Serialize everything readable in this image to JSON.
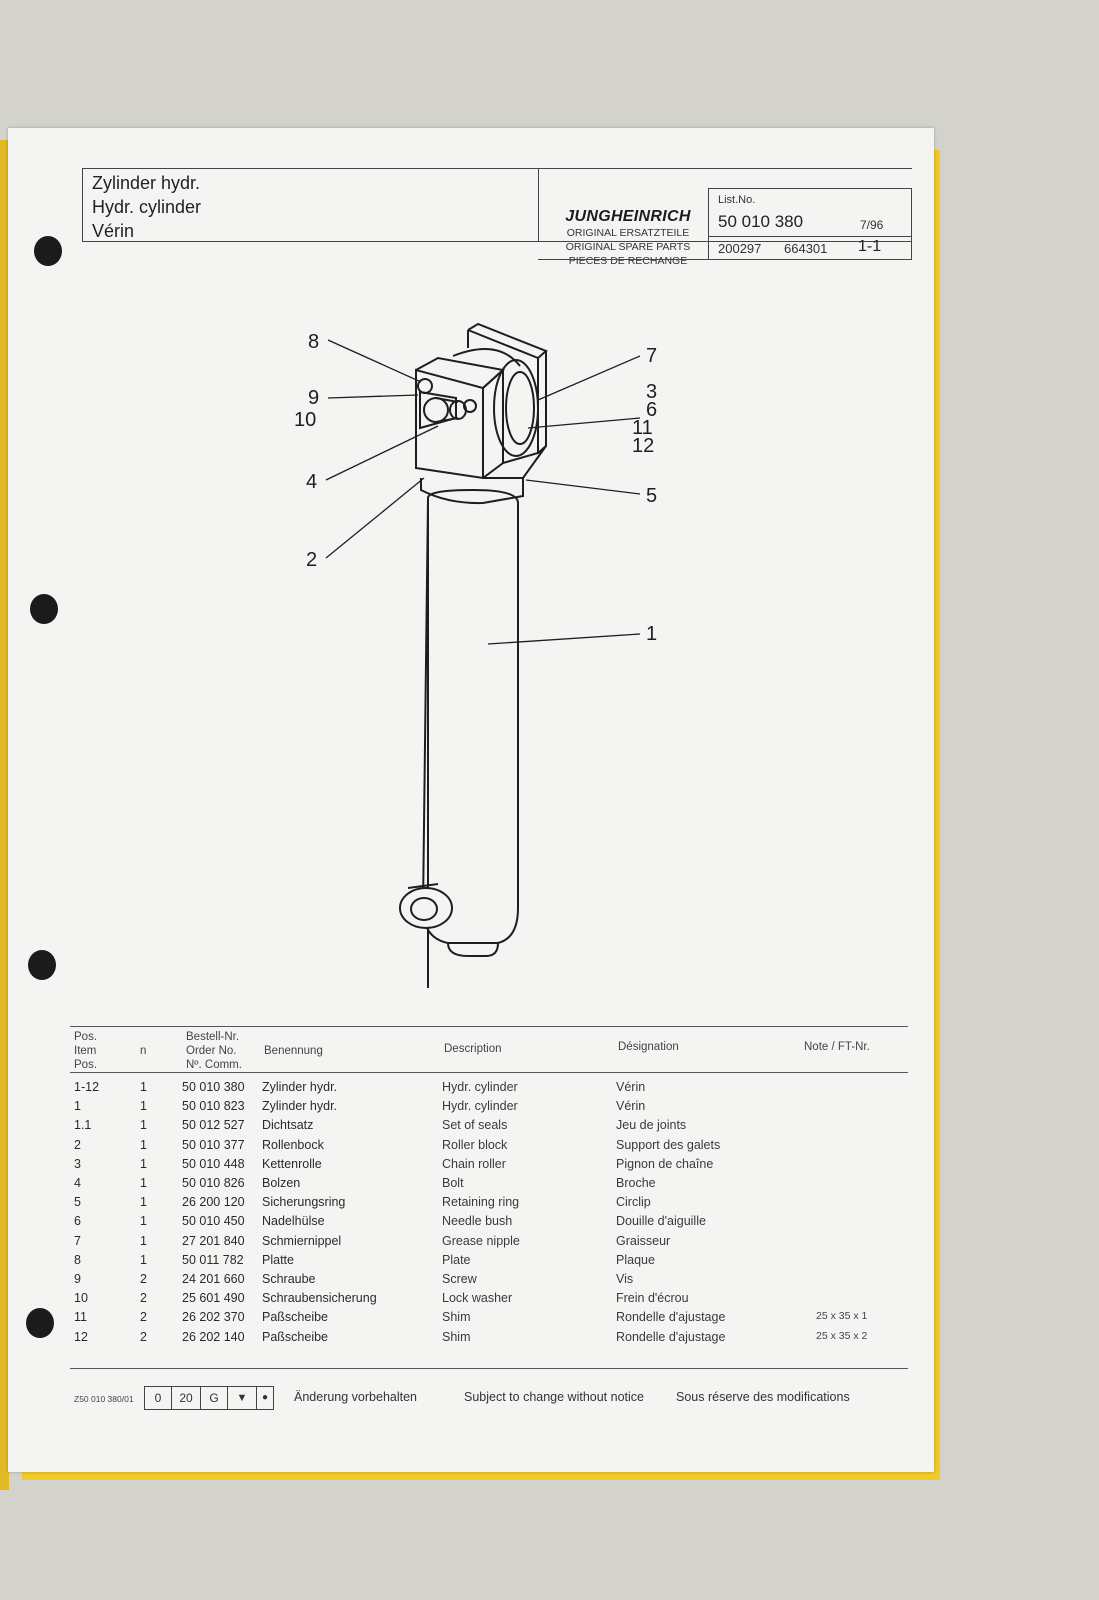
{
  "header": {
    "title_de": "Zylinder hydr.",
    "title_en": "Hydr. cylinder",
    "title_fr": "Vérin",
    "brand": "JUNGHEINRICH",
    "brand_line1": "ORIGINAL ERSATZTEILE",
    "brand_line2": "ORIGINAL SPARE PARTS",
    "brand_line3": "PIECES DE RECHANGE",
    "list_label": "List.No.",
    "list_no": "50 010 380",
    "date": "7/96",
    "code1": "200297",
    "code2": "664301",
    "sheet": "1-1"
  },
  "callouts": [
    "8",
    "9",
    "10",
    "4",
    "2",
    "7",
    "3",
    "6",
    "11",
    "12",
    "5",
    "1"
  ],
  "table": {
    "headers": {
      "pos": [
        "Pos.",
        "Item",
        "Pos."
      ],
      "n": "n",
      "order": [
        "Bestell-Nr.",
        "Order No.",
        "Nº. Comm."
      ],
      "benennung": "Benennung",
      "description": "Description",
      "designation": "Désignation",
      "note": "Note / FT-Nr."
    },
    "rows": [
      {
        "pos": "1-12",
        "n": "1",
        "order": "50 010 380",
        "ben": "Zylinder hydr.",
        "desc": "Hydr. cylinder",
        "des": "Vérin",
        "note": ""
      },
      {
        "pos": "1",
        "n": "1",
        "order": "50 010 823",
        "ben": "Zylinder hydr.",
        "desc": "Hydr. cylinder",
        "des": "Vérin",
        "note": ""
      },
      {
        "pos": "1.1",
        "n": "1",
        "order": "50 012 527",
        "ben": "Dichtsatz",
        "desc": "Set of seals",
        "des": "Jeu de joints",
        "note": ""
      },
      {
        "pos": "2",
        "n": "1",
        "order": "50 010 377",
        "ben": "Rollenbock",
        "desc": "Roller block",
        "des": "Support des galets",
        "note": ""
      },
      {
        "pos": "3",
        "n": "1",
        "order": "50 010 448",
        "ben": "Kettenrolle",
        "desc": "Chain roller",
        "des": "Pignon de chaîne",
        "note": ""
      },
      {
        "pos": "4",
        "n": "1",
        "order": "50 010 826",
        "ben": "Bolzen",
        "desc": "Bolt",
        "des": "Broche",
        "note": ""
      },
      {
        "pos": "5",
        "n": "1",
        "order": "26 200 120",
        "ben": "Sicherungsring",
        "desc": "Retaining ring",
        "des": "Circlip",
        "note": ""
      },
      {
        "pos": "6",
        "n": "1",
        "order": "50 010 450",
        "ben": "Nadelhülse",
        "desc": "Needle bush",
        "des": "Douille d'aiguille",
        "note": ""
      },
      {
        "pos": "7",
        "n": "1",
        "order": "27 201 840",
        "ben": "Schmiernippel",
        "desc": "Grease nipple",
        "des": "Graisseur",
        "note": ""
      },
      {
        "pos": "8",
        "n": "1",
        "order": "50 011 782",
        "ben": "Platte",
        "desc": "Plate",
        "des": "Plaque",
        "note": ""
      },
      {
        "pos": "9",
        "n": "2",
        "order": "24 201 660",
        "ben": "Schraube",
        "desc": "Screw",
        "des": "Vis",
        "note": ""
      },
      {
        "pos": "10",
        "n": "2",
        "order": "25 601 490",
        "ben": "Schraubensicherung",
        "desc": "Lock washer",
        "des": "Frein d'écrou",
        "note": ""
      },
      {
        "pos": "11",
        "n": "2",
        "order": "26 202 370",
        "ben": "Paßscheibe",
        "desc": "Shim",
        "des": "Rondelle d'ajustage",
        "note": "25 x 35 x 1"
      },
      {
        "pos": "12",
        "n": "2",
        "order": "26 202 140",
        "ben": "Paßscheibe",
        "desc": "Shim",
        "des": "Rondelle d'ajustage",
        "note": "25 x 35 x 2"
      }
    ]
  },
  "footer": {
    "code": "Z50 010 380/01",
    "boxes": [
      "0",
      "20",
      "G",
      "▼",
      "●"
    ],
    "note_de": "Änderung vorbehalten",
    "note_en": "Subject to change without notice",
    "note_fr": "Sous réserve des modifications"
  }
}
